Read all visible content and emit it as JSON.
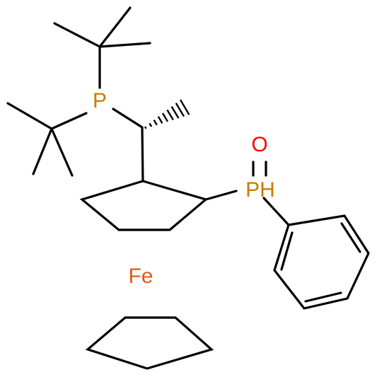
{
  "atoms": {
    "p_top": "P",
    "ph": "PH",
    "o": "O",
    "fe": "Fe"
  },
  "colors": {
    "bond": "#000000",
    "phosphorus": "#cc7a00",
    "oxygen": "#ff0000",
    "iron": "#e05a1a"
  }
}
